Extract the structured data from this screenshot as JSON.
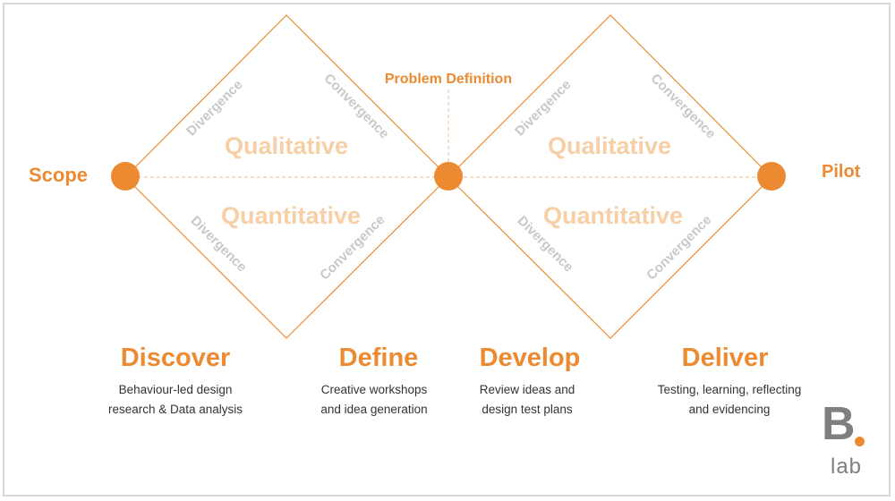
{
  "colors": {
    "accent": "#ec8a32",
    "accent_light": "#f7cfa6",
    "diamond_line": "#ec8a32",
    "phase_text": "#c8c8c8",
    "body_text": "#333333",
    "logo_grey": "#7f7f7f"
  },
  "endpoints": {
    "start": "Scope",
    "middle": "Problem Definition",
    "end": "Pilot"
  },
  "diamonds": [
    {
      "top_label": "Qualitative",
      "bottom_label": "Quantitative",
      "phases": {
        "upper_left": "Divergence",
        "upper_right": "Convergence",
        "lower_left": "Divergence",
        "lower_right": "Convergence"
      }
    },
    {
      "top_label": "Qualitative",
      "bottom_label": "Quantitative",
      "phases": {
        "upper_left": "Divergence",
        "upper_right": "Convergence",
        "lower_left": "Divergence",
        "lower_right": "Convergence"
      }
    }
  ],
  "stages": [
    {
      "title": "Discover",
      "desc_line1": "Behaviour-led design",
      "desc_line2": "research & Data analysis"
    },
    {
      "title": "Define",
      "desc_line1": "Creative workshops",
      "desc_line2": "and idea generation"
    },
    {
      "title": "Develop",
      "desc_line1": "Review ideas and",
      "desc_line2": "design test plans"
    },
    {
      "title": "Deliver",
      "desc_line1": "Testing, learning, reflecting",
      "desc_line2": "and evidencing"
    }
  ],
  "logo": {
    "mark": "B",
    "text": "lab",
    "icon": "b-lab-logo"
  }
}
